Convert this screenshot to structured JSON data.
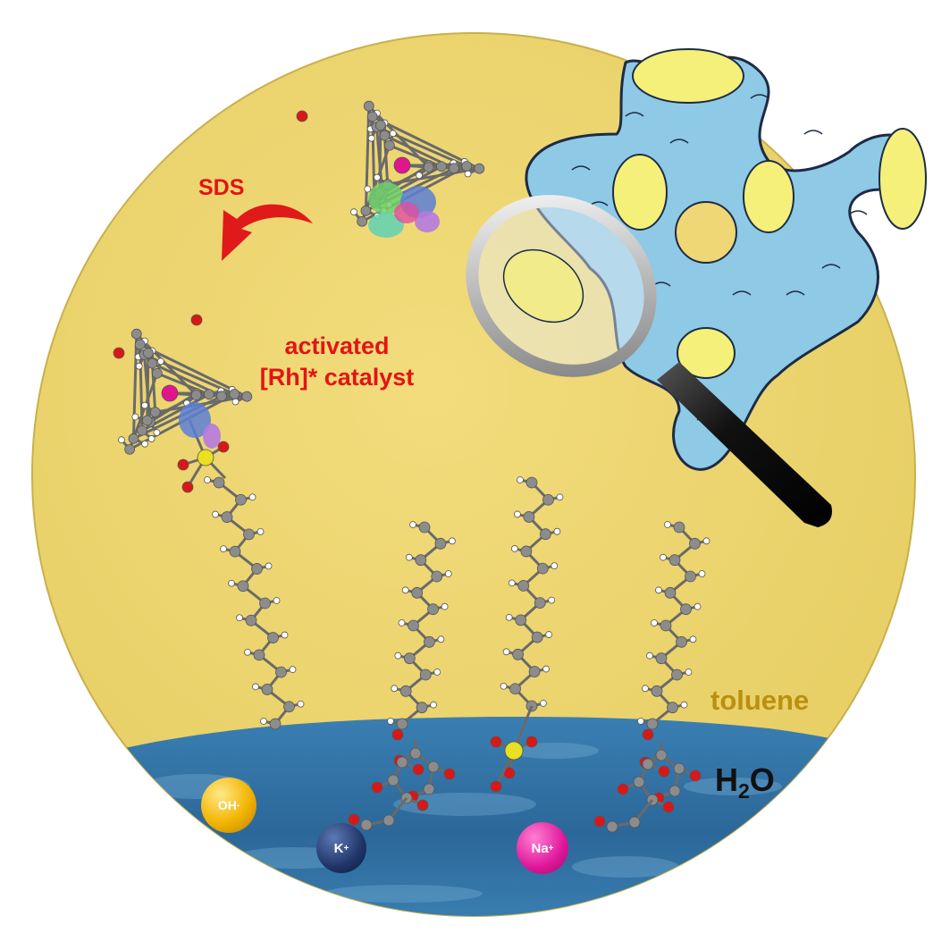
{
  "labels": {
    "sds": "SDS",
    "activated_line1": "activated",
    "activated_line2": "[Rh]* catalyst",
    "toluene": "toluene",
    "water_main": "H",
    "water_sub": "2",
    "water_tail": "O"
  },
  "ions": {
    "hydroxide": {
      "base": "OH",
      "charge": "-"
    },
    "potassium": {
      "base": "K",
      "charge": "+"
    },
    "sodium": {
      "base": "Na",
      "charge": "+"
    }
  },
  "colors": {
    "toluene_phase": "#eed774",
    "water_phase": "#2f6f9e",
    "framework": "#8ec9e6",
    "pore": "#f4f07a",
    "label_red": "#e31414",
    "label_gold": "#b9900f",
    "carbon_atom": "#8c8c8c",
    "hydrogen_atom": "#ffffff",
    "oxygen_atom": "#d81818",
    "sulfur_atom": "#e8e020",
    "rhodium_atom": "#e0168e"
  },
  "icons": {
    "magnifier": "magnifying-glass-icon",
    "arrow": "curved-arrow-icon"
  }
}
